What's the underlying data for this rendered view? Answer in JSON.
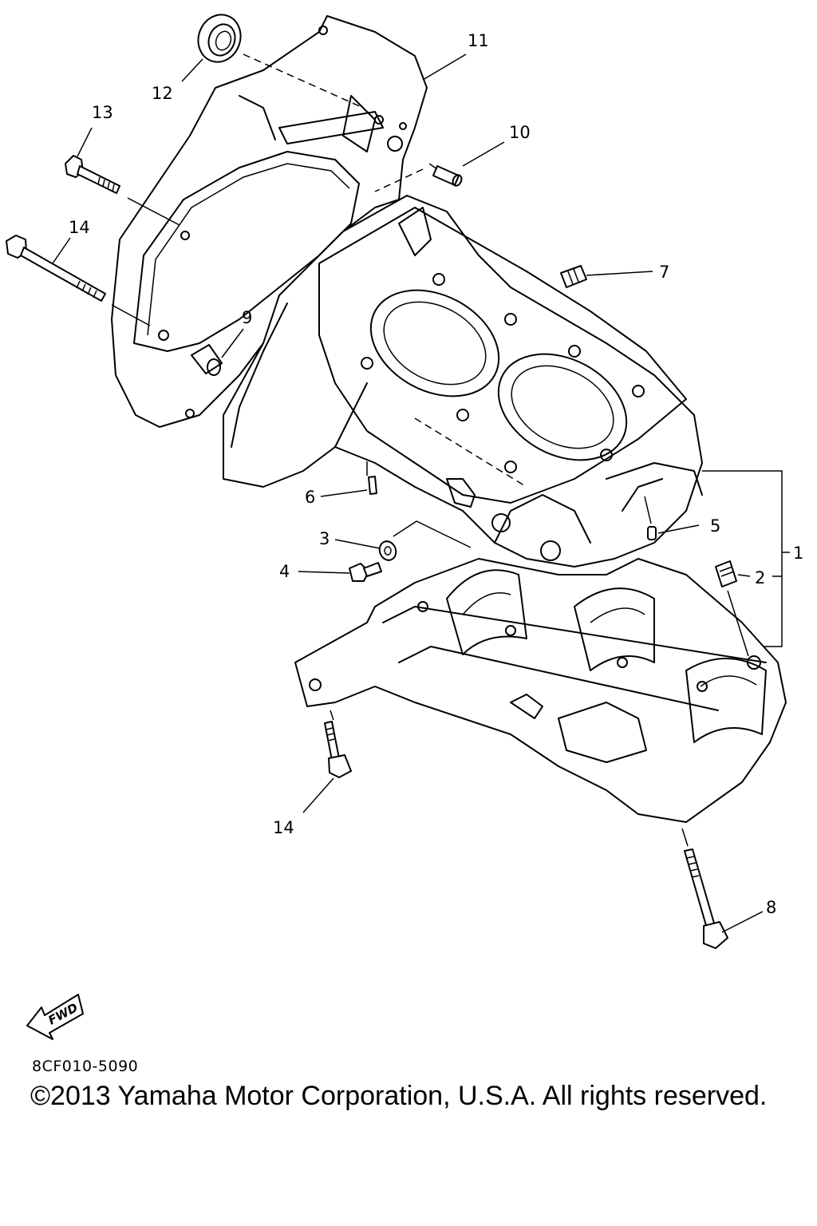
{
  "diagram": {
    "callouts": [
      "1",
      "2",
      "3",
      "4",
      "5",
      "6",
      "7",
      "8",
      "9",
      "10",
      "11",
      "12",
      "13",
      "14",
      "14"
    ],
    "fwd_label": "FWD"
  },
  "footer": {
    "diagram_code": "8CF010-5090",
    "copyright": "©2013 Yamaha Motor Corporation, U.S.A. All rights reserved."
  }
}
